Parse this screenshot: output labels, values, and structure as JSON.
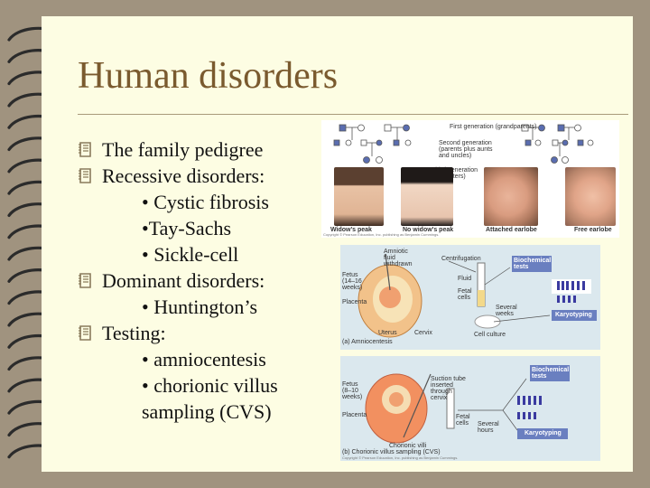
{
  "slide": {
    "title": "Human disorders",
    "bullets": [
      {
        "level": 1,
        "text": "The family pedigree"
      },
      {
        "level": 1,
        "text": "Recessive disorders:"
      },
      {
        "level": 2,
        "text": "• Cystic fibrosis"
      },
      {
        "level": 2,
        "text": "•Tay-Sachs"
      },
      {
        "level": 2,
        "text": "• Sickle-cell"
      },
      {
        "level": 1,
        "text": "Dominant disorders:"
      },
      {
        "level": 2,
        "text": "• Huntington’s"
      },
      {
        "level": 1,
        "text": "Testing:"
      },
      {
        "level": 2,
        "text": "• amniocentesis"
      },
      {
        "level": 2,
        "text": "• chorionic villus"
      },
      {
        "level": 2,
        "text": "sampling (CVS)"
      }
    ]
  },
  "pedigree_figure": {
    "labels": {
      "first_gen": "First generation (grandparents)",
      "second_gen": "Second generation (parents plus aunts and uncles)",
      "third_gen": "Third generation (two sisters)",
      "widows_peak": "Widow's peak",
      "no_widows_peak": "No widow's peak",
      "attached_earlobe": "Attached earlobe",
      "free_earlobe": "Free earlobe",
      "copyright": "Copyright © Pearson Education, Inc. publishing as Benjamin Cummings."
    }
  },
  "amnio_figure": {
    "labels": {
      "amniotic_fluid": "Amniotic fluid withdrawn",
      "centrifugation": "Centrifugation",
      "fetus": "Fetus (14–16 weeks)",
      "placenta": "Placenta",
      "fluid": "Fluid",
      "fetal_cells": "Fetal cells",
      "several_weeks": "Several weeks",
      "biochem": "Biochemical tests",
      "karyotyping": "Karyotyping",
      "uterus": "Uterus",
      "cervix": "Cervix",
      "cell_culture": "Cell culture",
      "caption": "(a) Amniocentesis"
    }
  },
  "cvs_figure": {
    "labels": {
      "fetus": "Fetus (8–10 weeks)",
      "suction_tube": "Suction tube inserted through cervix",
      "biochem": "Biochemical tests",
      "placenta": "Placenta",
      "fetal_cells": "Fetal cells",
      "several_hours": "Several hours",
      "chorionic_villi": "Chorionic villi",
      "karyotyping": "Karyotyping",
      "caption": "(b) Chorionic villus sampling (CVS)",
      "copyright": "Copyright © Pearson Education, Inc. publishing as Benjamin Cummings."
    }
  },
  "colors": {
    "frame": "#a0937f",
    "page": "#fdfde3",
    "title": "#7a5a2e",
    "bullet_icon": "#8a7b5c",
    "fig_bg": "#dbe8ee",
    "label_box": "#6a7fc0"
  },
  "icons": {
    "bullet": "notebook-bullet-icon",
    "binding": "spiral-binding-icon"
  }
}
